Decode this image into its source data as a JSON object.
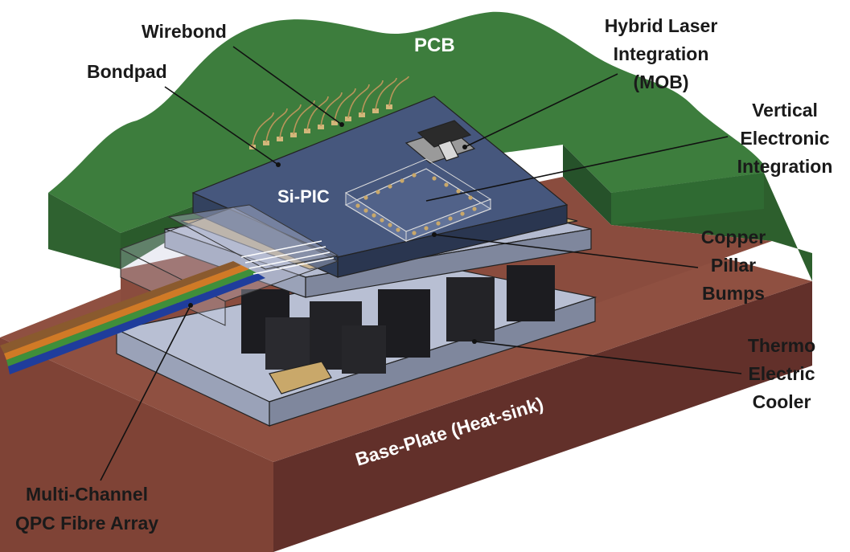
{
  "labels": {
    "wirebond": "Wirebond",
    "bondpad": "Bondpad",
    "pcb": "PCB",
    "laser_1": "Hybrid Laser",
    "laser_2": "Integration",
    "laser_3": "(MOB)",
    "vertical_1": "Vertical",
    "vertical_2": "Electronic",
    "vertical_3": "Integration",
    "sipic": "Si-PIC",
    "copper_1": "Copper",
    "copper_2": "Pillar",
    "copper_3": "Bumps",
    "thermo_1": "Thermo",
    "thermo_2": "Electric",
    "thermo_3": "Cooler",
    "baseplate": "Base-Plate (Heat-sink)",
    "fibre_1": "Multi-Channel",
    "fibre_2": "QPC Fibre Array"
  },
  "colors": {
    "pcb_top": "#3b7a3b",
    "pcb_side": "#2d5f2d",
    "base_top": "#8c4a3c",
    "base_side": "#7a3e32",
    "base_right": "#5e2e25",
    "tec_plate": "#aab2c8",
    "tec_pillar": "#1e1e22",
    "chip_top": "#44557a",
    "chip_side": "#2f3d5c",
    "gold": "#c9a86a",
    "fibre_blue": "#1f3d9c",
    "fibre_orange": "#d07a26",
    "fibre_green": "#3f8f3a",
    "fibre_brown": "#8a5a2e"
  }
}
